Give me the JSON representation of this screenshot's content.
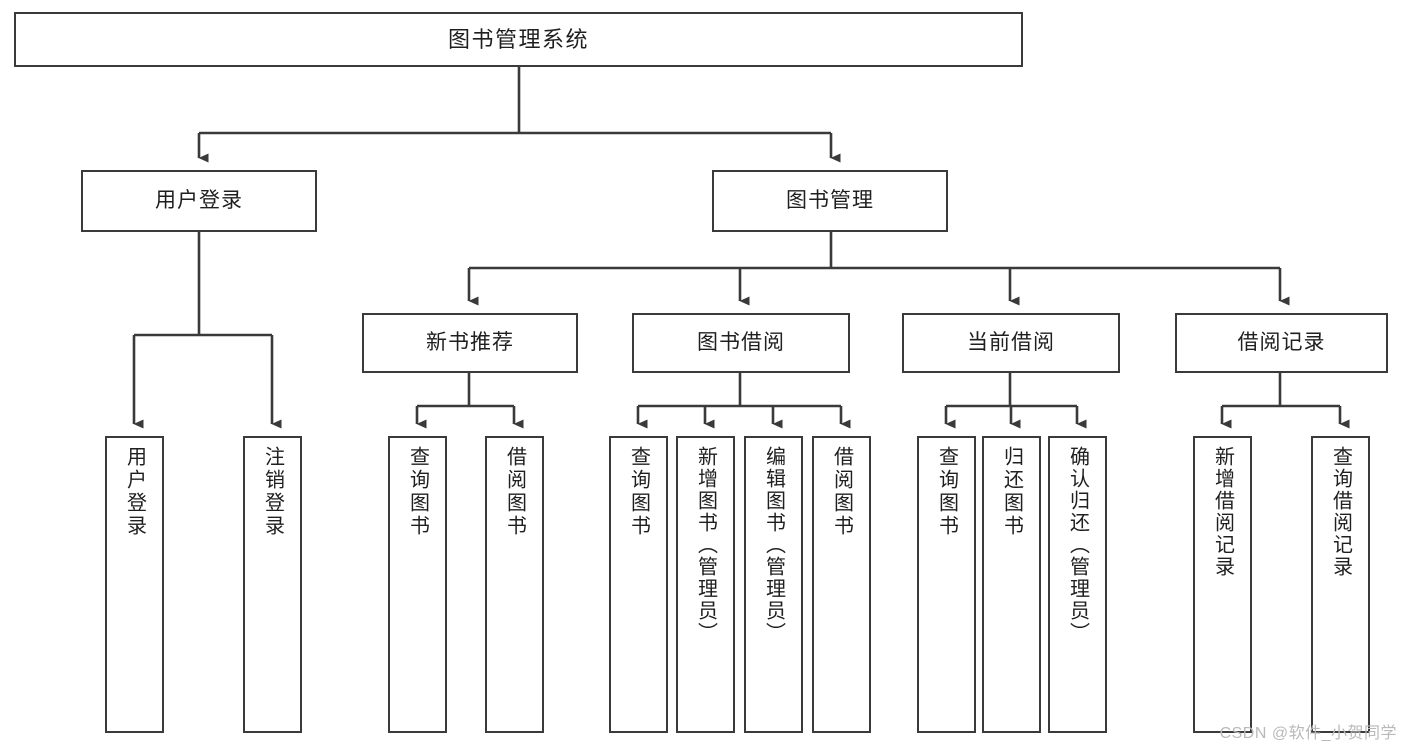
{
  "diagram": {
    "title": "图书管理系统",
    "type": "tree",
    "orientation": "top-down",
    "colors": {
      "background": "#ffffff",
      "box_border": "#3a3a3a",
      "box_fill": "#ffffff",
      "connector": "#3a3a3a",
      "text": "#1f1f1f",
      "watermark": "#b9b9b9"
    }
  },
  "nodes": {
    "root": {
      "label": "图书管理系统"
    },
    "level2": [
      {
        "id": "user-login",
        "label": "用户登录"
      },
      {
        "id": "book-manage",
        "label": "图书管理"
      }
    ],
    "level3": [
      {
        "id": "new-book-recommend",
        "label": "新书推荐"
      },
      {
        "id": "book-borrow",
        "label": "图书借阅"
      },
      {
        "id": "current-borrow",
        "label": "当前借阅"
      },
      {
        "id": "borrow-record",
        "label": "借阅记录"
      }
    ],
    "leaves": {
      "user_login": [
        {
          "id": "leaf-user-login",
          "label": "用户登录"
        },
        {
          "id": "leaf-logout-login",
          "label": "注销登录"
        }
      ],
      "new_book_recommend": [
        {
          "id": "leaf-query-book-1",
          "label": "查询图书"
        },
        {
          "id": "leaf-borrow-book-1",
          "label": "借阅图书"
        }
      ],
      "book_borrow": [
        {
          "id": "leaf-query-book-2",
          "label": "查询图书"
        },
        {
          "id": "leaf-add-book",
          "label": "新增图书（管理员）"
        },
        {
          "id": "leaf-edit-book",
          "label": "编辑图书（管理员）"
        },
        {
          "id": "leaf-borrow-book-2",
          "label": "借阅图书"
        }
      ],
      "current_borrow": [
        {
          "id": "leaf-query-book-3",
          "label": "查询图书"
        },
        {
          "id": "leaf-return-book",
          "label": "归还图书"
        },
        {
          "id": "leaf-confirm-return",
          "label": "确认归还（管理员）"
        }
      ],
      "borrow_record": [
        {
          "id": "leaf-add-record",
          "label": "新增借阅记录"
        },
        {
          "id": "leaf-query-record",
          "label": "查询借阅记录"
        }
      ]
    }
  },
  "watermark": {
    "text": "CSDN @软件_小贺同学"
  }
}
